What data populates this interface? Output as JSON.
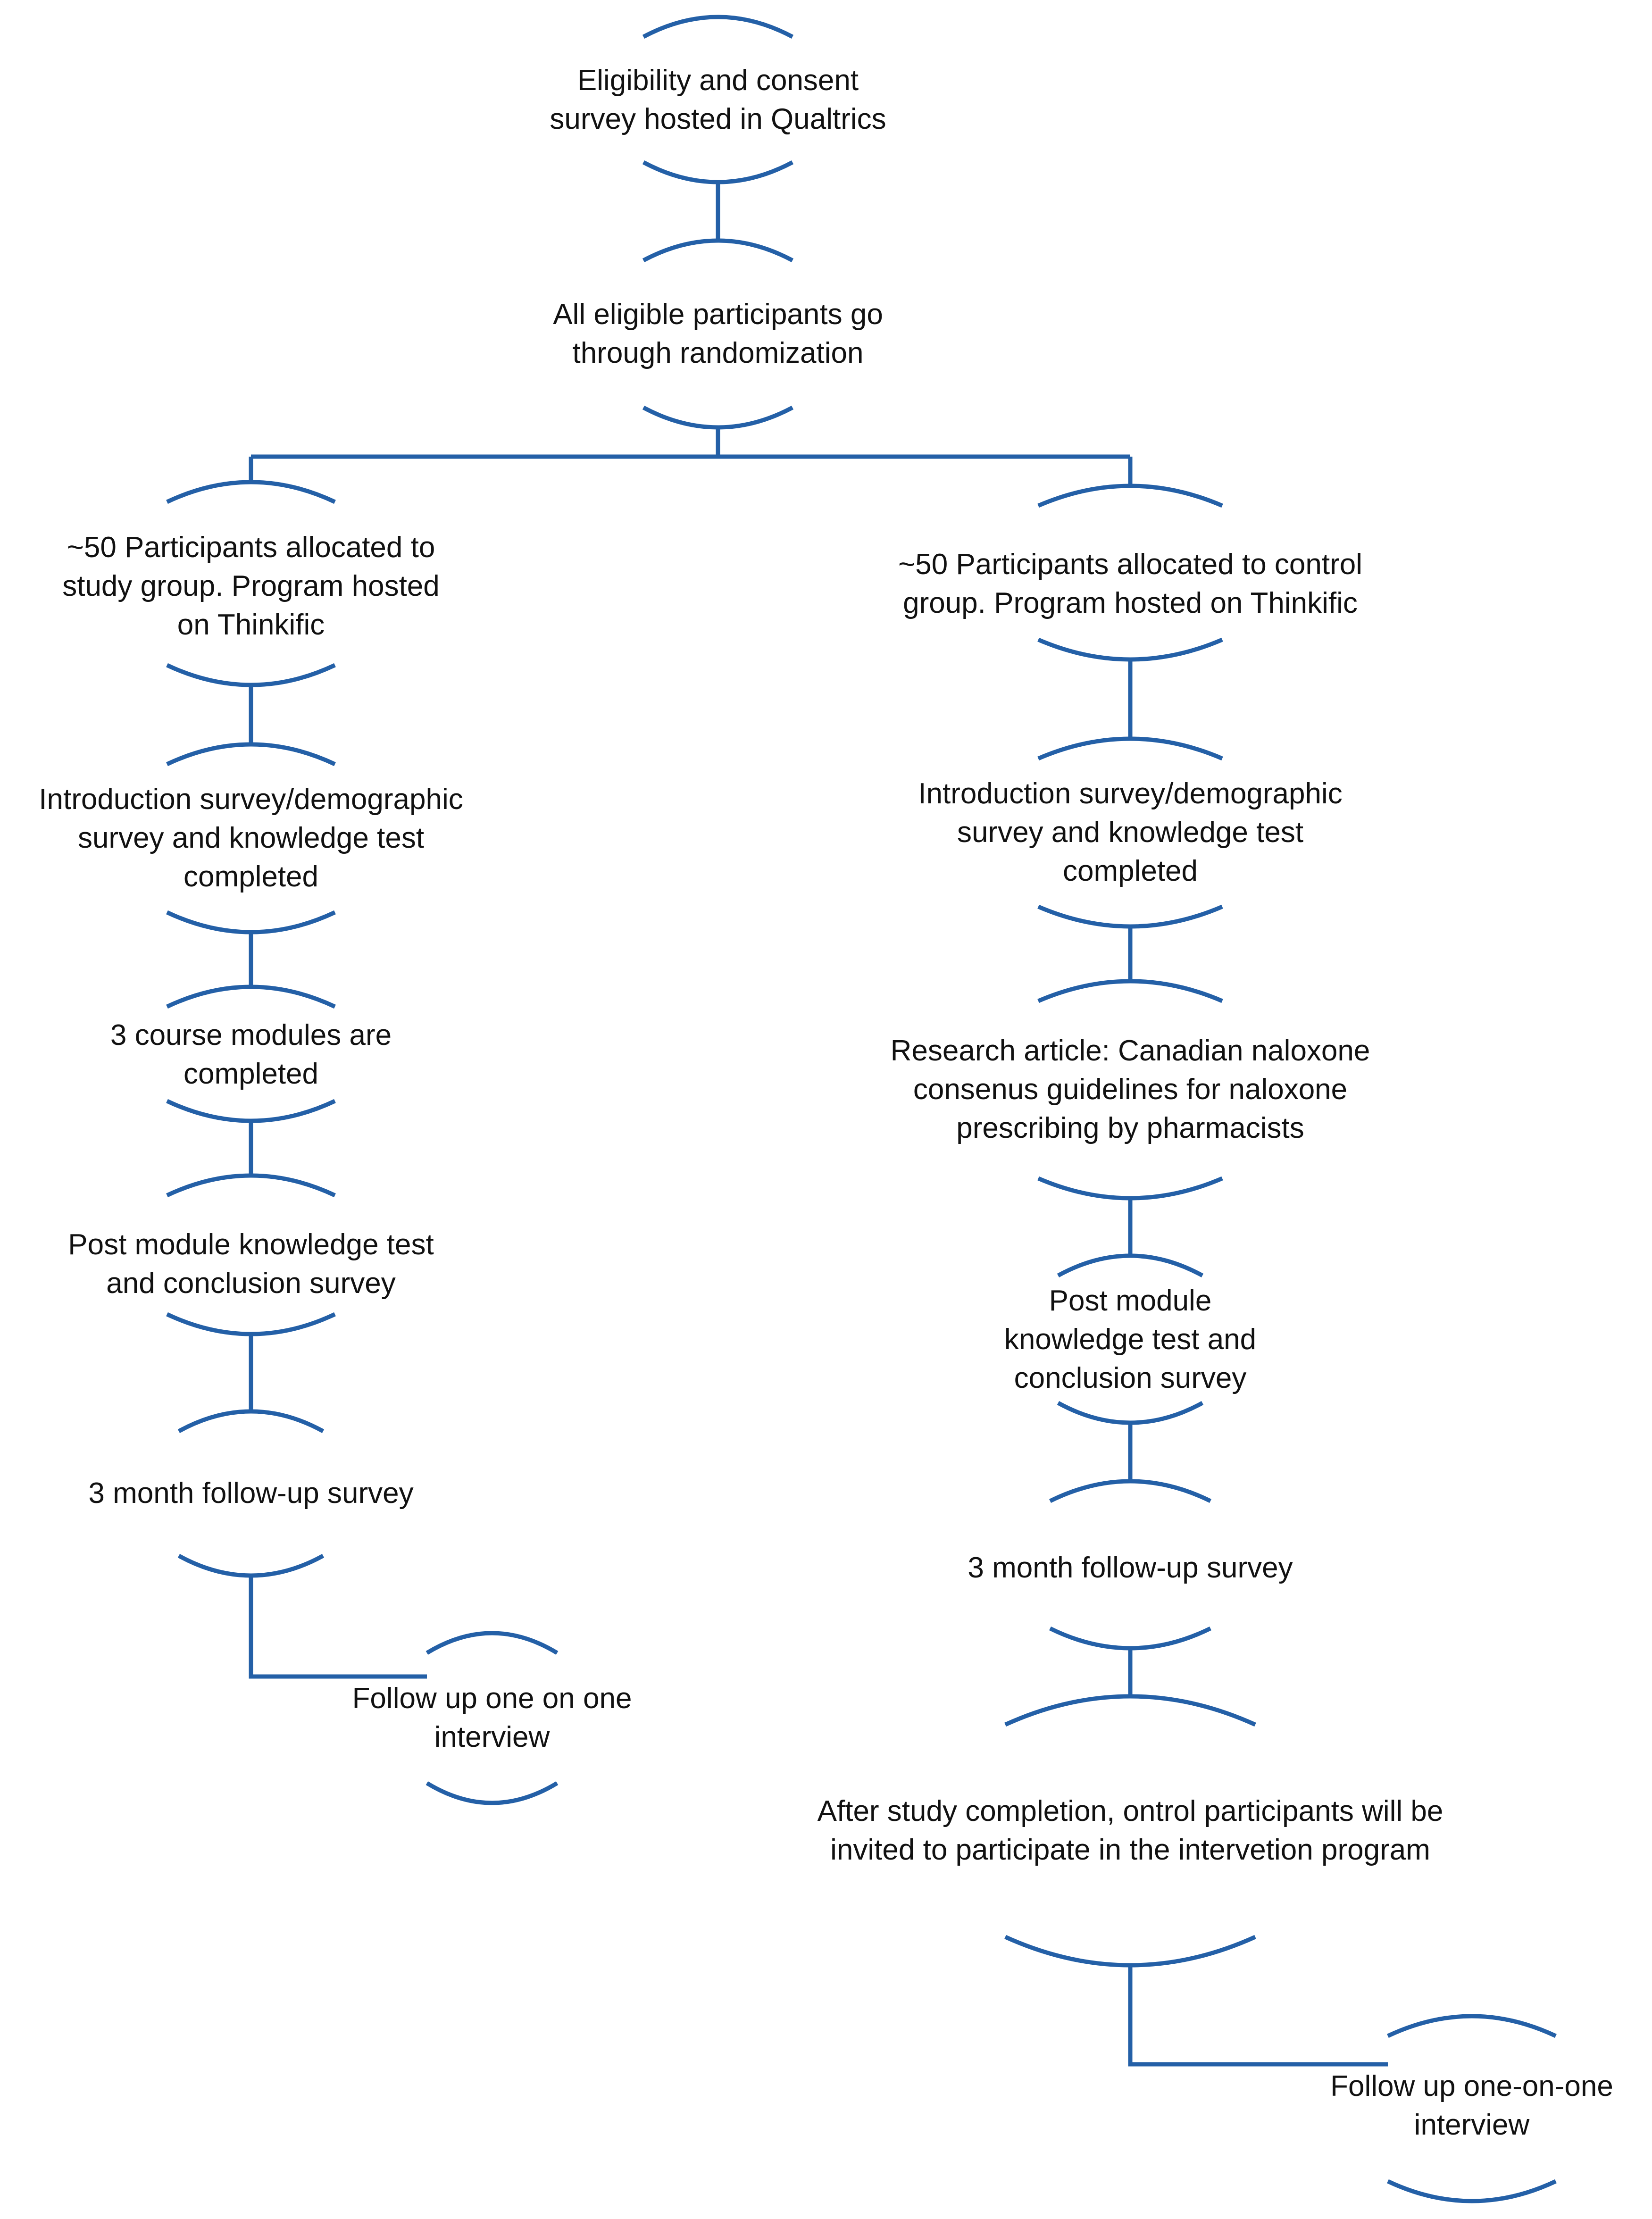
{
  "style": {
    "line_color": "#2460A7",
    "text_color": "#111111",
    "background": "#FFFFFF"
  },
  "nodes": [
    {
      "id": "eligibility",
      "lines": [
        "Eligibility and consent",
        "survey hosted in Qualtrics"
      ]
    },
    {
      "id": "randomization",
      "lines": [
        "All eligible participants go",
        "through randomization"
      ]
    },
    {
      "id": "study-group",
      "lines": [
        "~50 Participants allocated to",
        "study group. Program hosted",
        "on Thinkific"
      ]
    },
    {
      "id": "control-group",
      "lines": [
        "~50 Participants allocated to control",
        "group. Program hosted on Thinkific"
      ]
    },
    {
      "id": "study-intro",
      "lines": [
        "Introduction survey/demographic",
        "survey and knowledge test",
        "completed"
      ]
    },
    {
      "id": "control-intro",
      "lines": [
        "Introduction survey/demographic",
        "survey and knowledge test",
        "completed"
      ]
    },
    {
      "id": "study-modules",
      "lines": [
        "3 course modules are",
        "completed"
      ]
    },
    {
      "id": "control-article",
      "lines": [
        "Research article: Canadian naloxone",
        "consenus guidelines for naloxone",
        "prescribing by pharmacists"
      ]
    },
    {
      "id": "study-post",
      "lines": [
        "Post module knowledge test",
        "and conclusion survey"
      ]
    },
    {
      "id": "control-post",
      "lines": [
        "Post module",
        "knowledge test and",
        "conclusion survey"
      ]
    },
    {
      "id": "study-followup",
      "lines": [
        "3 month follow-up survey"
      ]
    },
    {
      "id": "control-followup",
      "lines": [
        "3 month follow-up survey"
      ]
    },
    {
      "id": "study-interview",
      "lines": [
        "Follow up one on one",
        "interview"
      ]
    },
    {
      "id": "control-invite",
      "lines": [
        "After study completion, ontrol participants will be",
        "invited to participate in the intervetion program"
      ]
    },
    {
      "id": "control-interview",
      "lines": [
        "Follow up one-on-one",
        "interview"
      ]
    }
  ]
}
